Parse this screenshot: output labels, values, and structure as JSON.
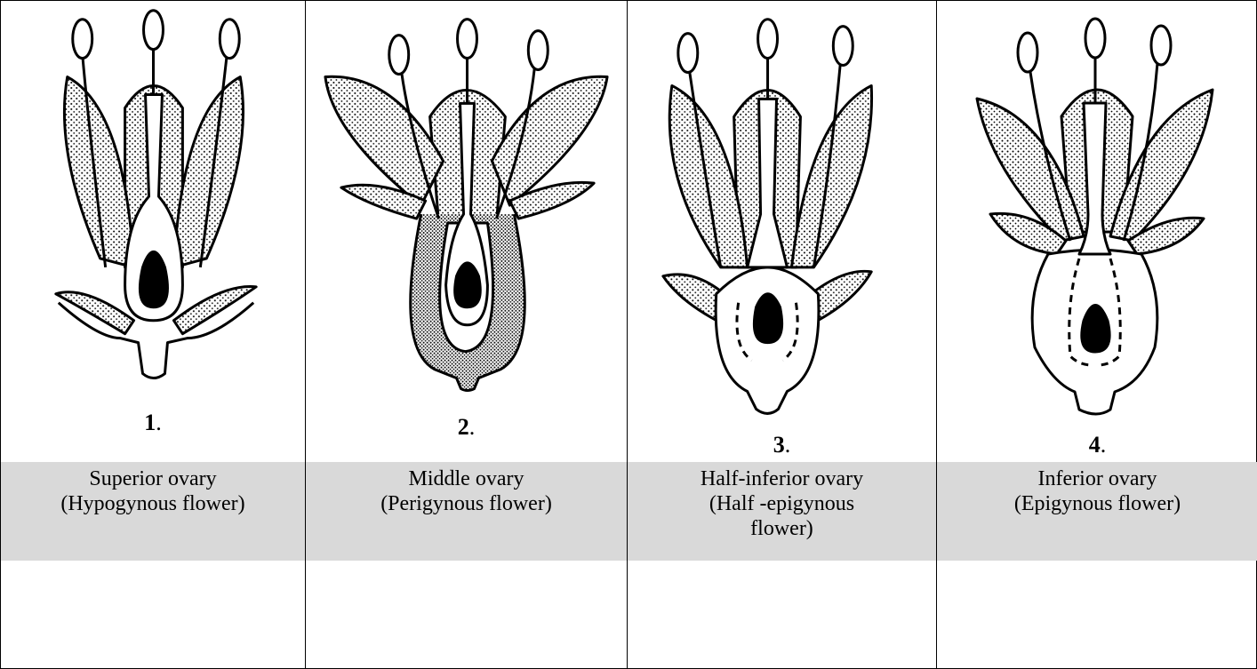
{
  "panels": [
    {
      "number": "1",
      "caption_line1": "Superior ovary",
      "caption_line2": "(Hypogynous flower)",
      "caption_line3": ""
    },
    {
      "number": "2",
      "caption_line1": "Middle ovary",
      "caption_line2": "(Perigynous flower)",
      "caption_line3": ""
    },
    {
      "number": "3",
      "caption_line1": "Half-inferior ovary",
      "caption_line2": "(Half -epigynous",
      "caption_line3": "flower)"
    },
    {
      "number": "4",
      "caption_line1": "Inferior ovary",
      "caption_line2": "(Epigynous flower)",
      "caption_line3": ""
    }
  ],
  "colors": {
    "caption_band": "#d9d9d9",
    "ink": "#000000"
  }
}
